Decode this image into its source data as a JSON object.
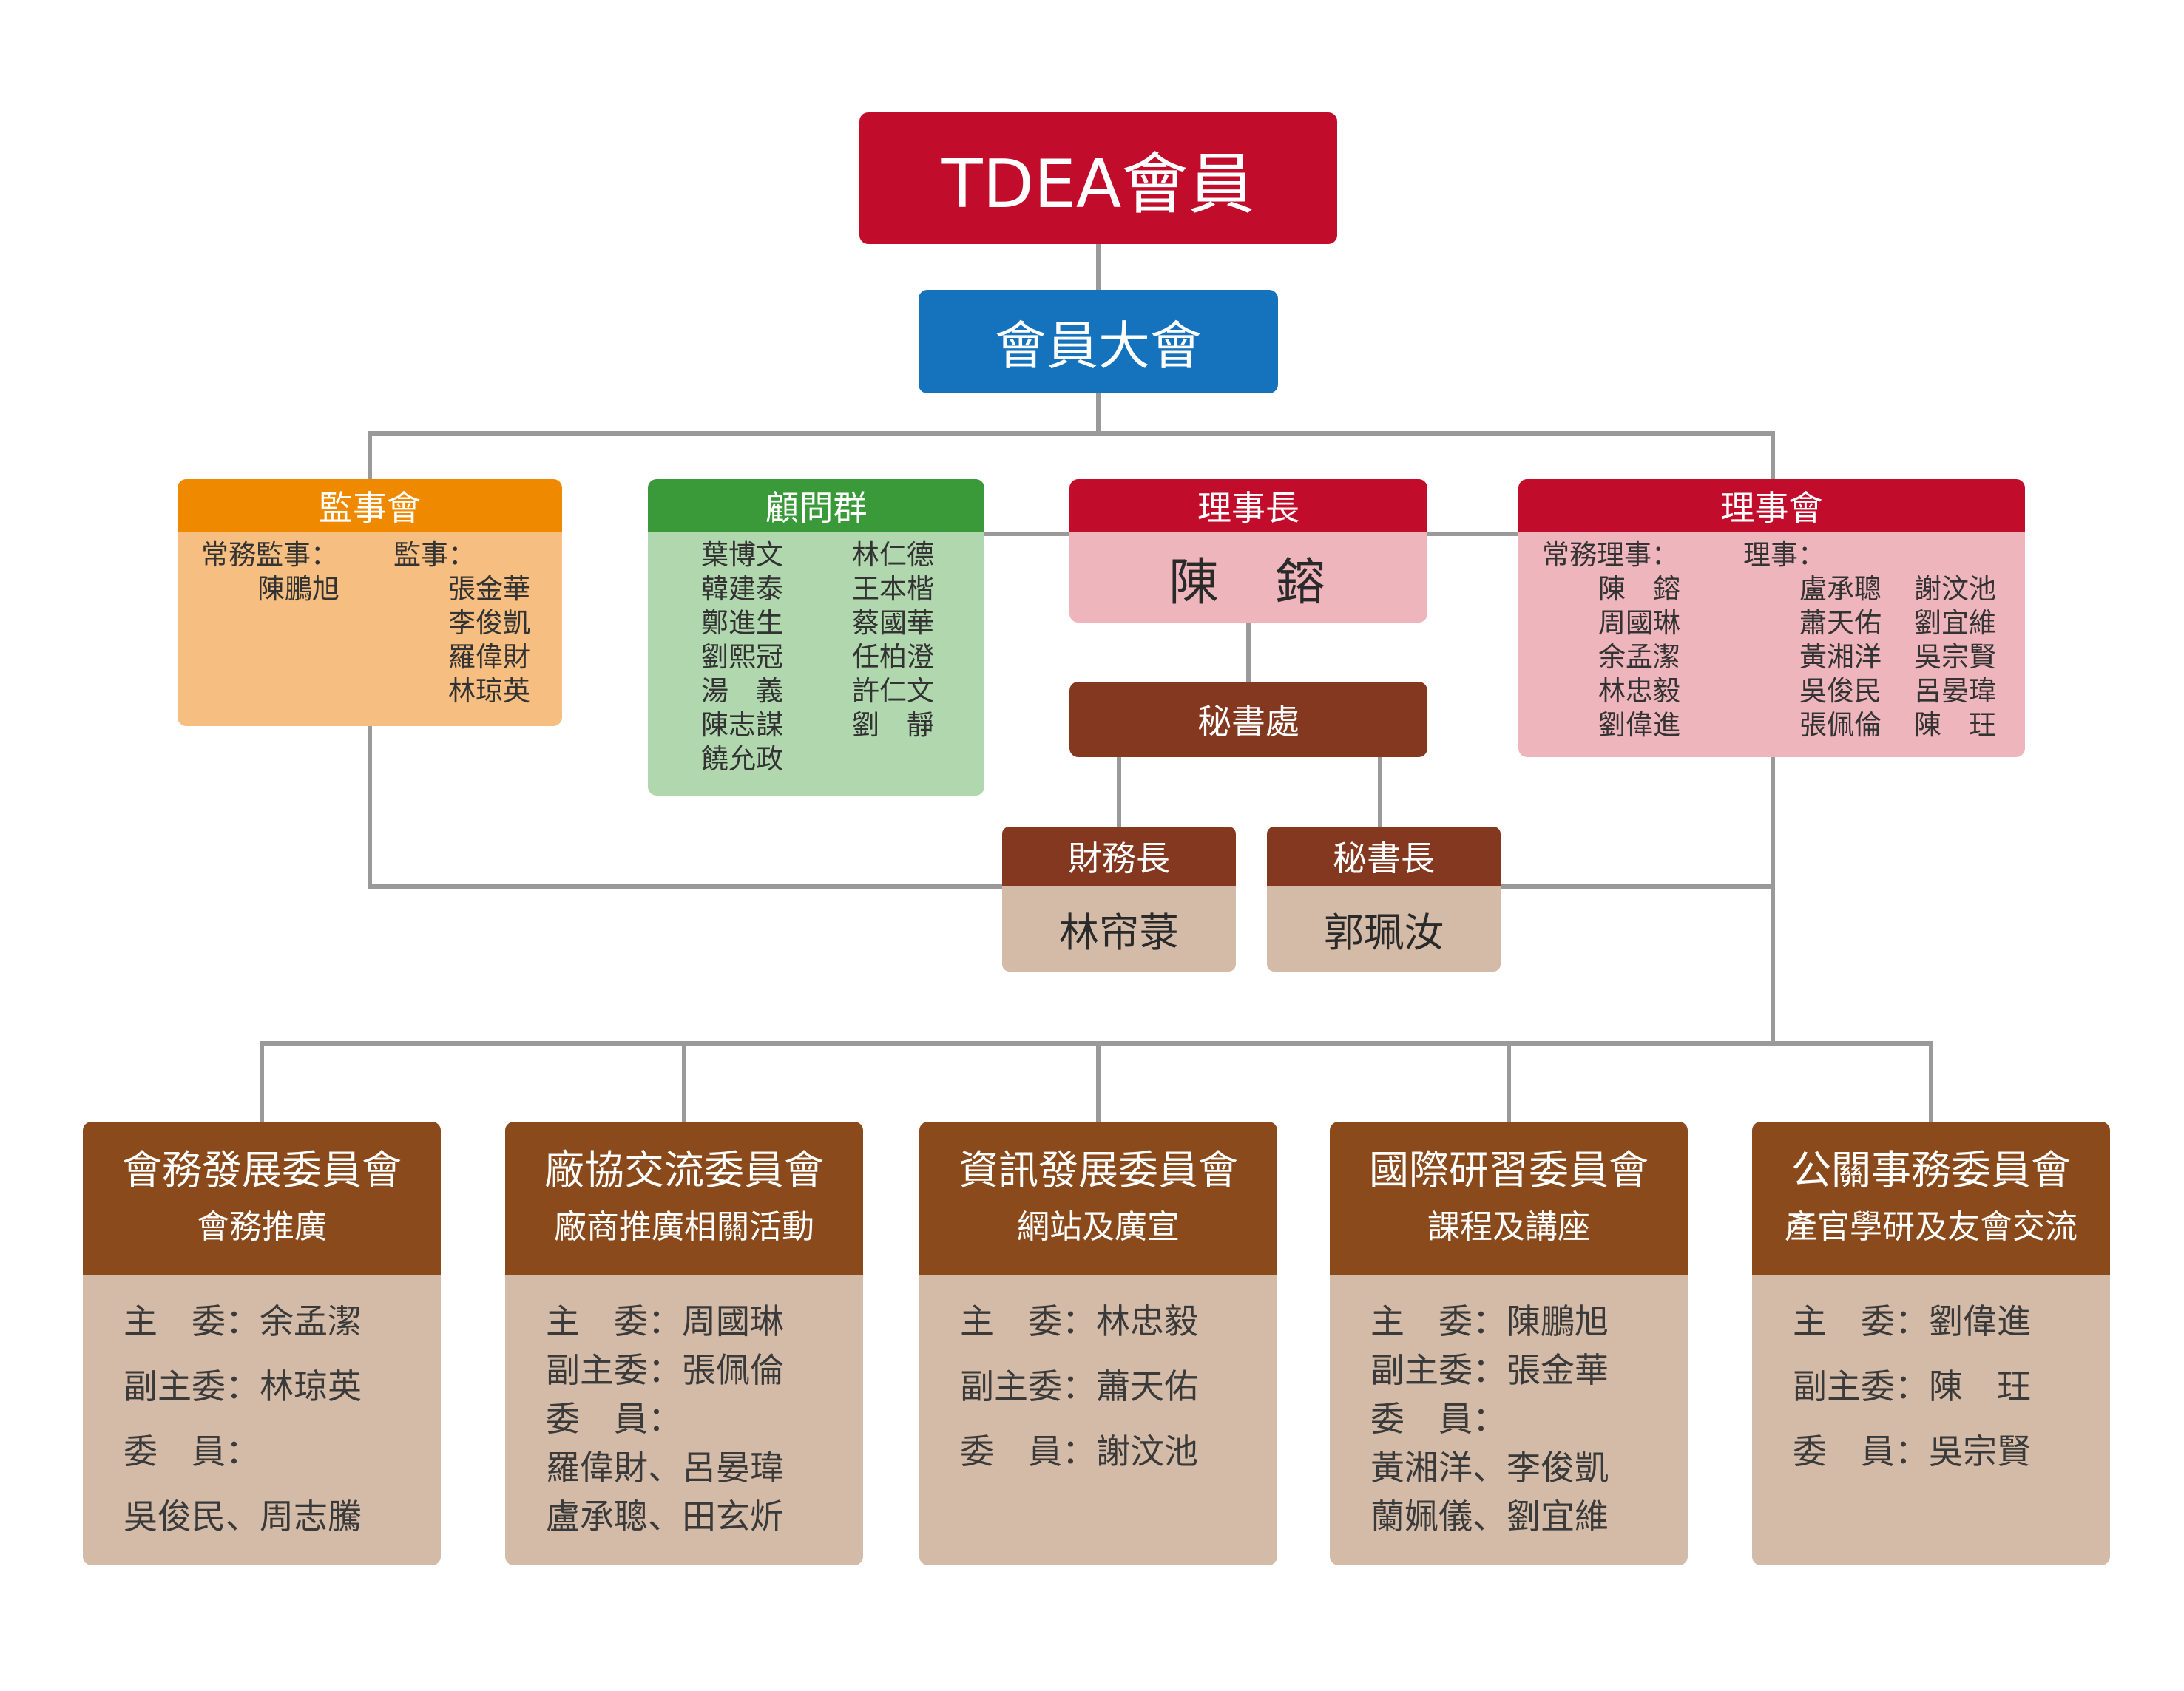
{
  "top": {
    "title": "TDEA會員",
    "assembly": "會員大會"
  },
  "supervisors": {
    "title": "監事會",
    "standing_label": "常務監事：",
    "member_label": "監事：",
    "standing": [
      "陳鵬旭"
    ],
    "members": [
      "張金華",
      "李俊凱",
      "羅偉財",
      "林琼英"
    ]
  },
  "advisors": {
    "title": "顧問群",
    "left": [
      "葉博文",
      "韓建泰",
      "鄭進生",
      "劉熙冠",
      "湯　義",
      "陳志謀",
      "饒允政"
    ],
    "right": [
      "林仁德",
      "王本楷",
      "蔡國華",
      "任柏澄",
      "許仁文",
      "劉　靜"
    ]
  },
  "chairman": {
    "title": "理事長",
    "name": "陳　鎔"
  },
  "board": {
    "title": "理事會",
    "standing_label": "常務理事：",
    "member_label": "理事：",
    "standing": [
      "陳　鎔",
      "周國琳",
      "余孟潔",
      "林忠毅",
      "劉偉進"
    ],
    "members_a": [
      "盧承聰",
      "蕭天佑",
      "黃湘洋",
      "吳俊民",
      "張佩倫"
    ],
    "members_b": [
      "謝汶池",
      "劉宜維",
      "吳宗賢",
      "呂晏瑋",
      "陳　玨"
    ]
  },
  "secretariat": {
    "title": "秘書處"
  },
  "treasurer": {
    "title": "財務長",
    "name": "林帘菉"
  },
  "secretary_general": {
    "title": "秘書長",
    "name": "郭珮汝"
  },
  "committees": [
    {
      "name": "會務發展委員會",
      "sub": "會務推廣",
      "lines": [
        "主　委：余孟潔",
        "副主委：林琼英",
        "委　員：",
        "吳俊民、周志騰"
      ]
    },
    {
      "name": "廠協交流委員會",
      "sub": "廠商推廣相關活動",
      "lines": [
        "主　委：周國琳",
        "副主委：張佩倫",
        "委　員：",
        "羅偉財、呂晏瑋",
        "盧承聰、田玄炘"
      ]
    },
    {
      "name": "資訊發展委員會",
      "sub": "網站及廣宣",
      "lines": [
        "主　委：林忠毅",
        "副主委：蕭天佑",
        "委　員：謝汶池"
      ]
    },
    {
      "name": "國際研習委員會",
      "sub": "課程及講座",
      "lines": [
        "主　委：陳鵬旭",
        "副主委：張金華",
        "委　員：",
        "黃湘洋、李俊凱",
        "蘭姵儀、劉宜維"
      ]
    },
    {
      "name": "公關事務委員會",
      "sub": "產官學研及友會交流",
      "lines": [
        "主　委：劉偉進",
        "副主委：陳　玨",
        "委　員：吳宗賢"
      ]
    }
  ]
}
